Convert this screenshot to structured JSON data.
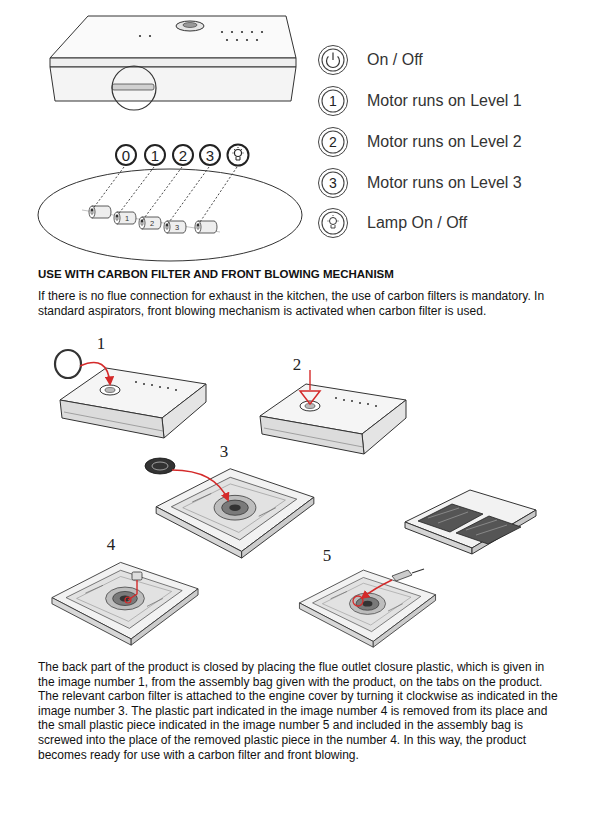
{
  "diagram": {
    "title": "USE WITH CARBON FILTER AND FRONT BLOWING MECHANISM",
    "nodes": [
      {
        "text": [
          "0"
        ]
      },
      {
        "text": [
          "1"
        ]
      },
      {
        "text": [
          "2"
        ]
      },
      {
        "text": [
          "3"
        ]
      },
      {
        "text": [
          "1"
        ]
      },
      {
        "text": [
          "2"
        ]
      },
      {
        "text": [
          "3"
        ]
      }
    ],
    "labels": [
      "On / Off",
      "Motor runs on Level 1",
      "Motor runs on Level 2",
      "Motor runs on Level 3",
      "Lamp On / Off",
      "1",
      "2",
      "3",
      "If there is no flue connection for exhaust in the kitchen, the use of carbon filters is mandatory. In standard aspirators, front blowing mechanism is activated when carbon filter is used.",
      "1",
      "2",
      "3",
      "4",
      "5",
      "The back part of the product is closed by placing the flue outlet closure plastic, which is given in the image number 1, from the assembly bag given with the product, on the tabs on the product. The relevant carbon filter is attached to the engine cover by turning it clockwise as indicated in the image number 3. The plastic part indicated in the image number 4 is removed from its place and the small plastic piece indicated in the image number 5 and included in the assembly bag is screwed into the place of the removed plastic piece in the number 4. In this way, the product becomes ready for use with a carbon filter and front blowing."
    ]
  }
}
